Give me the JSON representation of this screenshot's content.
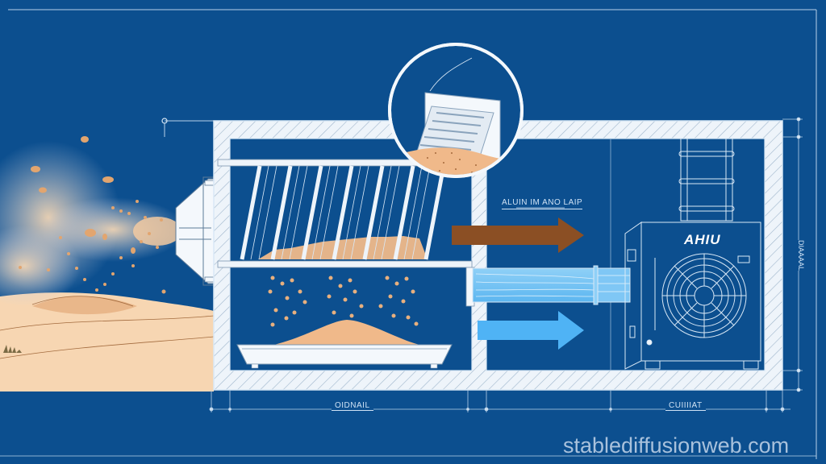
{
  "diagram": {
    "style": "blueprint",
    "background_color": "#0c4f8f",
    "line_color": "#d9e8f6",
    "sand_color": "#f5c99c",
    "intake_arrow_color": "#8b4f24",
    "clean_arrow_color": "#4fb3f5",
    "components": {
      "sand_storm": "sand-laden air entering from desert",
      "intake_hood": "intake hood",
      "louver_filter": "inclined louver sand trap",
      "detail_callout": "louver detail with sand accumulation",
      "collection_tray": "sand collection tray",
      "clean_air_duct": "filtered air duct",
      "ahu_unit": "air handling unit"
    }
  },
  "labels": {
    "arrow_label": "ALUIN IM ANO LAIP",
    "ahu": "AHIU",
    "dim_bottom_left": "OIDNAIL",
    "dim_bottom_right": "CUIIIIAT",
    "dim_right_vertical": "DIAAAAL"
  },
  "watermark": "stablediffusionweb.com"
}
